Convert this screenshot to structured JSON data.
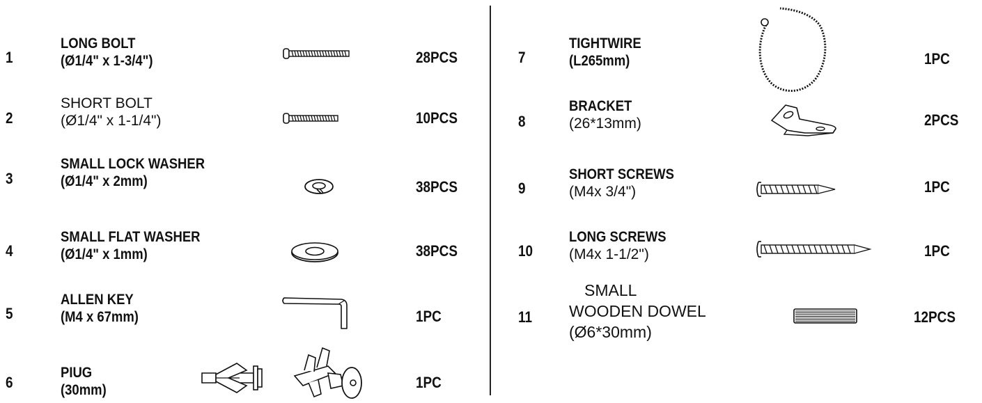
{
  "items_left": [
    {
      "no": "1",
      "line1": "LONG BOLT",
      "line2": "(Ø1/4\" x 1-3/4\")",
      "qty": "28PCS",
      "icon": "long-bolt-icon"
    },
    {
      "no": "2",
      "line1": "SHORT BOLT",
      "line2": "(Ø1/4\" x 1-1/4\")",
      "qty": "10PCS",
      "icon": "short-bolt-icon"
    },
    {
      "no": "3",
      "line1": "SMALL LOCK WASHER",
      "line2": "(Ø1/4\" x 2mm)",
      "qty": "38PCS",
      "icon": "lock-washer-icon"
    },
    {
      "no": "4",
      "line1": "SMALL FLAT WASHER",
      "line2": "(Ø1/4\" x 1mm)",
      "qty": "38PCS",
      "icon": "flat-washer-icon"
    },
    {
      "no": "5",
      "line1": "ALLEN KEY",
      "line2": "(M4 x 67mm)",
      "qty": "1PC",
      "icon": "allen-key-icon"
    },
    {
      "no": "6",
      "line1": "PIUG",
      "line2": "(30mm)",
      "qty": "1PC",
      "icon": "wall-plug-icon"
    }
  ],
  "items_right": [
    {
      "no": "7",
      "line1": "TIGHTWIRE",
      "line2": "(L265mm)",
      "qty": "1PC",
      "icon": "tightwire-icon"
    },
    {
      "no": "8",
      "line1": "BRACKET",
      "line2": "(26*13mm)",
      "qty": "2PCS",
      "icon": "bracket-icon"
    },
    {
      "no": "9",
      "line1": "SHORT  SCREWS",
      "line2": "(M4x 3/4\")",
      "qty": "1PC",
      "icon": "short-screw-icon"
    },
    {
      "no": "10",
      "line1": "LONG SCREWS",
      "line2": "(M4x 1-1/2\")",
      "qty": "1PC",
      "icon": "long-screw-icon"
    },
    {
      "no": "11",
      "line1": "SMALL",
      "line2": "WOODEN DOWEL",
      "line3": "(Ø6*30mm)",
      "qty": "12PCS",
      "icon": "wooden-dowel-icon"
    }
  ]
}
